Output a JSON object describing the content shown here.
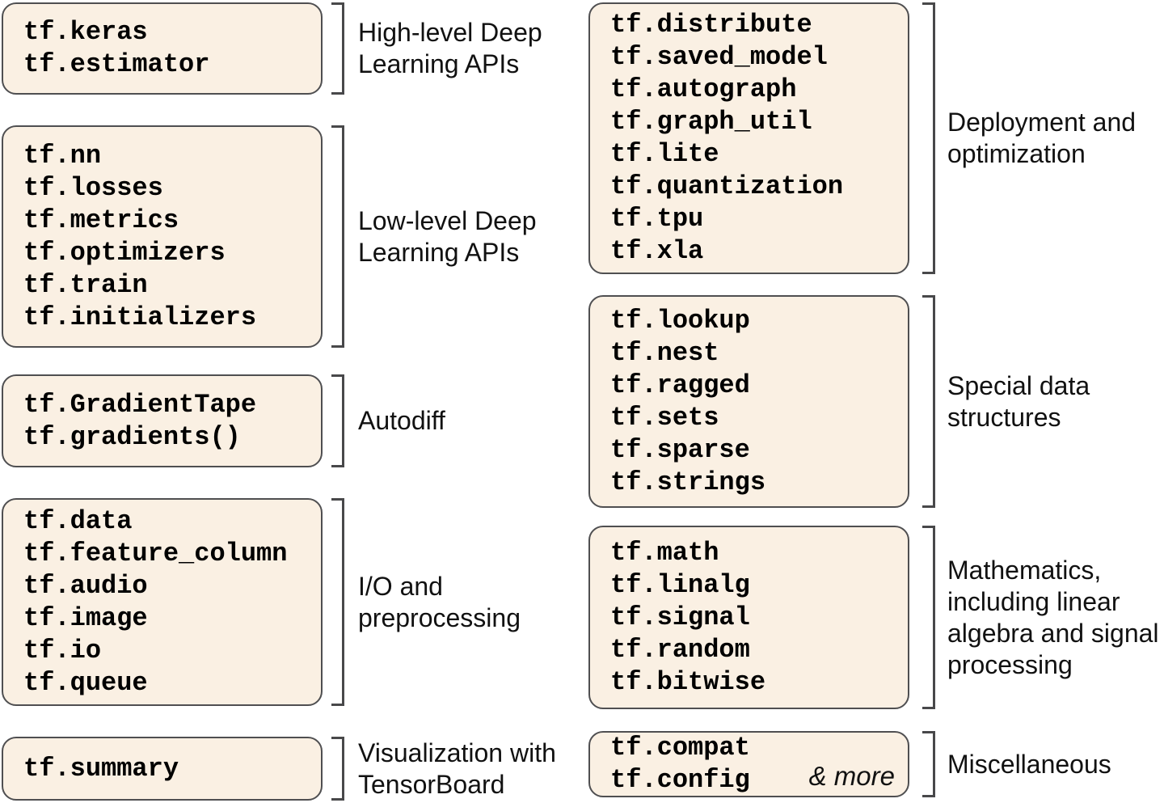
{
  "colors": {
    "background": "#ffffff",
    "box_fill": "#faf0e3",
    "box_border": "#4f4f51",
    "bracket": "#48484a",
    "code_text": "#000000",
    "label_text": "#111111"
  },
  "groups": [
    {
      "id": "high-level-apis",
      "code": "tf.keras\ntf.estimator",
      "label": "High-level Deep\nLearning APIs"
    },
    {
      "id": "low-level-apis",
      "code": "tf.nn\ntf.losses\ntf.metrics\ntf.optimizers\ntf.train\ntf.initializers",
      "label": "Low-level Deep\nLearning APIs"
    },
    {
      "id": "autodiff",
      "code": "tf.GradientTape\ntf.gradients()",
      "label": "Autodiff"
    },
    {
      "id": "io-preprocessing",
      "code": "tf.data\ntf.feature_column\ntf.audio\ntf.image\ntf.io\ntf.queue",
      "label": "I/O and\npreprocessing"
    },
    {
      "id": "visualization-tensorboard",
      "code": "tf.summary",
      "label": "Visualization with\nTensorBoard"
    },
    {
      "id": "deployment-optimization",
      "code": "tf.distribute\ntf.saved_model\ntf.autograph\ntf.graph_util\ntf.lite\ntf.quantization\ntf.tpu\ntf.xla",
      "label": "Deployment and\noptimization"
    },
    {
      "id": "special-data-structures",
      "code": "tf.lookup\ntf.nest\ntf.ragged\ntf.sets\ntf.sparse\ntf.strings",
      "label": "Special data\nstructures"
    },
    {
      "id": "mathematics",
      "code": "tf.math\ntf.linalg\ntf.signal\ntf.random\ntf.bitwise",
      "label": "Mathematics,\nincluding linear\nalgebra and signal\nprocessing"
    },
    {
      "id": "miscellaneous",
      "code": "tf.compat\ntf.config",
      "more_note": "& more",
      "label": "Miscellaneous"
    }
  ]
}
